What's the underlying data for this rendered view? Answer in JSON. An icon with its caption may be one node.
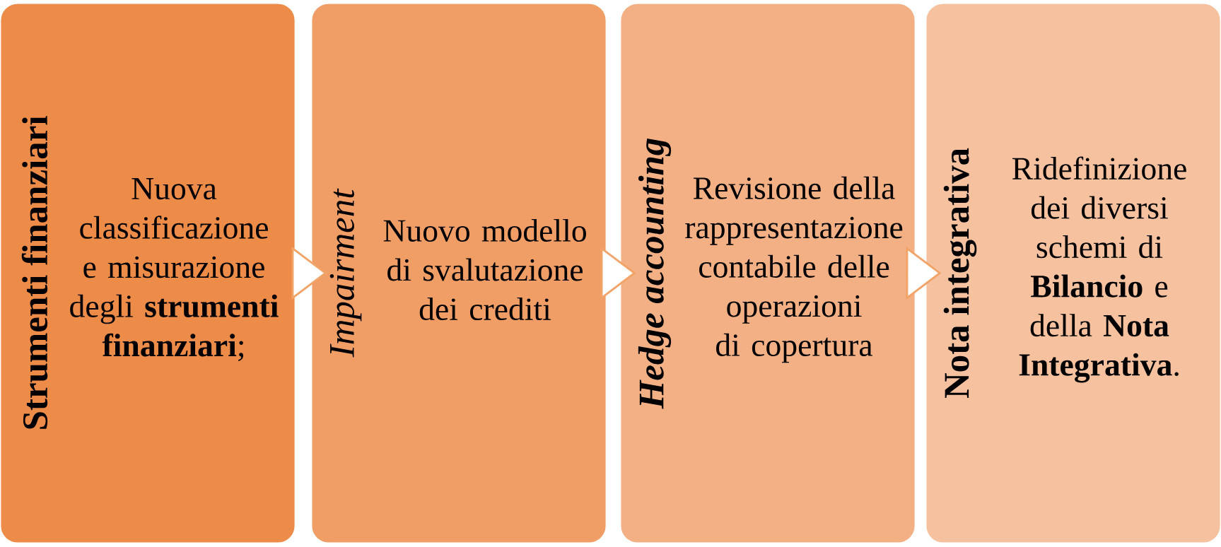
{
  "diagram": {
    "nodes": [
      {
        "text": [
          "Strumenti finanziari",
          "Nuova classificazione e misurazione degli **strumenti finanziari**;"
        ]
      },
      {
        "text": [
          "Impairment",
          "Nuovo modello di svalutazione dei crediti"
        ]
      },
      {
        "text": [
          "Hedge accounting",
          "Revisione della rappresentazione contabile delle operazioni di copertura"
        ]
      },
      {
        "text": [
          "Nota integrativa",
          "Ridefinizione dei diversi schemi di **Bilancio** e della **Nota Integrativa**."
        ]
      }
    ],
    "edges": [
      {
        "from": 0,
        "to": 1,
        "arrow": "to"
      },
      {
        "from": 1,
        "to": 2,
        "arrow": "to"
      },
      {
        "from": 2,
        "to": 3,
        "arrow": "to"
      }
    ]
  }
}
